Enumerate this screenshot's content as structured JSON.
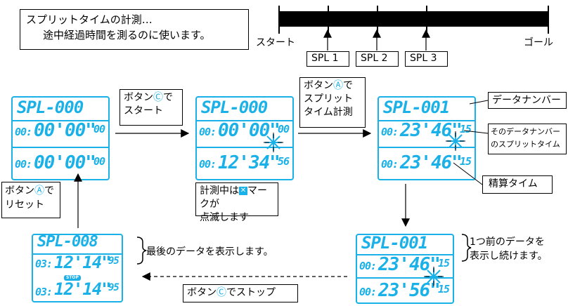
{
  "intro": {
    "line1": "スプリットタイムの計測…",
    "line2": "途中経過時間を測るのに使います。"
  },
  "timeline": {
    "start": "スタート",
    "goal": "ゴール",
    "splits": [
      "SPL 1",
      "SPL 2",
      "SPL 3"
    ]
  },
  "displays": {
    "d1": {
      "top": "SPL-000",
      "mid_a": "00:",
      "mid_b": "00'00\"",
      "mid_c": "00",
      "bot_a": "00:",
      "bot_b": "00'00\"",
      "bot_c": "00"
    },
    "d2": {
      "top": "SPL-000",
      "mid_a": "00:",
      "mid_b": "00'00\"",
      "mid_c": "00",
      "bot_a": "00:",
      "bot_b": "12'34\"",
      "bot_c": "56"
    },
    "d3": {
      "top": "SPL-001",
      "mid_a": "00:",
      "mid_b": "23'46\"",
      "mid_c": "15",
      "bot_a": "00:",
      "bot_b": "23'46\"",
      "bot_c": "15"
    },
    "d4": {
      "top": "SPL-001",
      "mid_a": "00:",
      "mid_b": "23'46\"",
      "mid_c": "15",
      "bot_a": "00:",
      "bot_b": "23'56\"",
      "bot_c": "15"
    },
    "d5": {
      "top": "SPL-008",
      "mid_a": "03:",
      "mid_b": "12'14\"",
      "mid_c": "95",
      "bot_a": "03:",
      "bot_b": "12'14\"",
      "bot_c": "95",
      "stop": "STOP"
    }
  },
  "labels": {
    "btn_c_start_1": "ボタン",
    "btn_c_start_c": "Ⓒ",
    "btn_c_start_2": "で",
    "btn_c_start_3": "スタート",
    "btn_a_split_1": "ボタン",
    "btn_a_split_a": "Ⓐ",
    "btn_a_split_2": "で",
    "btn_a_split_3": "スプリット",
    "btn_a_split_4": "タイム計測",
    "measuring_1": "計測中は",
    "measuring_2": "マークが",
    "measuring_3": "点滅します",
    "data_number": "データナンバー",
    "split_time_1": "そのデータナンバー",
    "split_time_2": "のスプリットタイム",
    "net_time": "精算タイム",
    "prev_data_1": "1つ前のデータを",
    "prev_data_2": "表示し続けます。",
    "last_data": "最後のデータを表示します。",
    "btn_c_stop_1": "ボタン",
    "btn_c_stop_c": "Ⓒ",
    "btn_c_stop_2": "でストップ",
    "btn_a_reset_1": "ボタン",
    "btn_a_reset_a": "Ⓐ",
    "btn_a_reset_2": "で",
    "btn_a_reset_3": "リセット"
  },
  "colors": {
    "lcd": "#1ab0e8"
  }
}
